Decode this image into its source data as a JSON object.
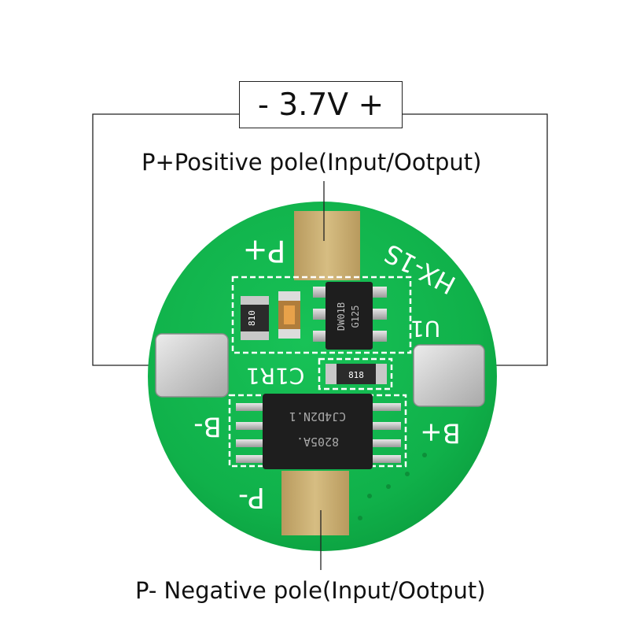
{
  "voltage_label": "- 3.7V +",
  "positive_caption": "P+Positive pole(Input/Ootput)",
  "negative_caption": "P- Negative pole(Input/Ootput)",
  "board": {
    "silk_p_plus": "P+",
    "silk_p_minus": "P-",
    "silk_b_plus": "B+",
    "silk_b_minus": "B-",
    "silk_model": "HX-1S",
    "silk_c1r1": "C1R1",
    "silk_u1": "U1",
    "resistor_top_code": "810",
    "resistor_bottom_code": "818",
    "chip_small_line1": "DW01B",
    "chip_small_line2": "G125",
    "chip_large_line1": "CJ4D2N.1",
    "chip_large_line2": "8205A."
  },
  "colors": {
    "pcb_green": "#10b14a",
    "pcb_dark": "#0a9a3c",
    "gold_pad": "#c7ac6e",
    "silkscreen": "#ffffff",
    "chip_black": "#1e1e1e"
  }
}
